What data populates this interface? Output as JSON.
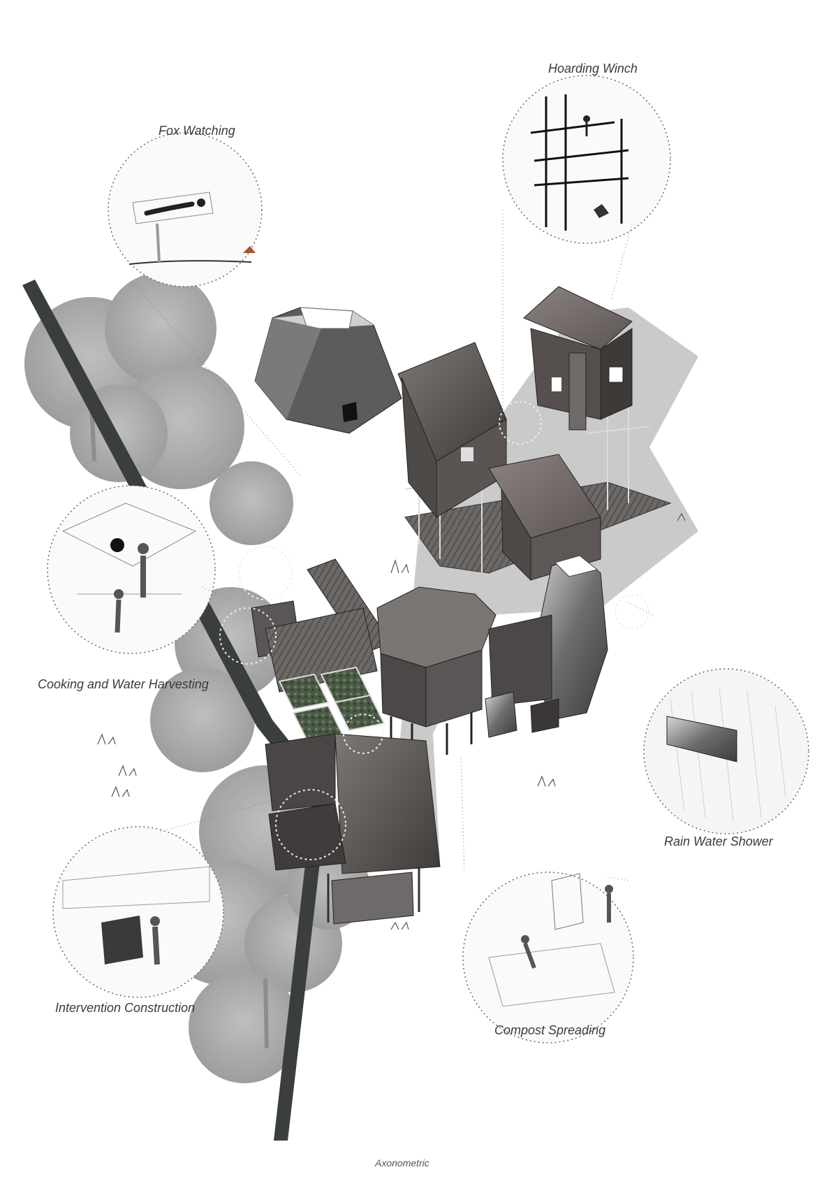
{
  "labels": {
    "fox_watching": "Fox Watching",
    "hoarding_winch": "Hoarding Winch",
    "cooking_water": "Cooking and Water Harvesting",
    "rain_shower": "Rain Water Shower",
    "intervention": "Intervention Construction",
    "compost": "Compost Spreading"
  },
  "caption": "Axonometric",
  "colors": {
    "tree": "#9a9a9a",
    "road": "#3a3f3c",
    "roof": "#6f6a66",
    "wall": "#4f4a47",
    "line": "#555555"
  }
}
